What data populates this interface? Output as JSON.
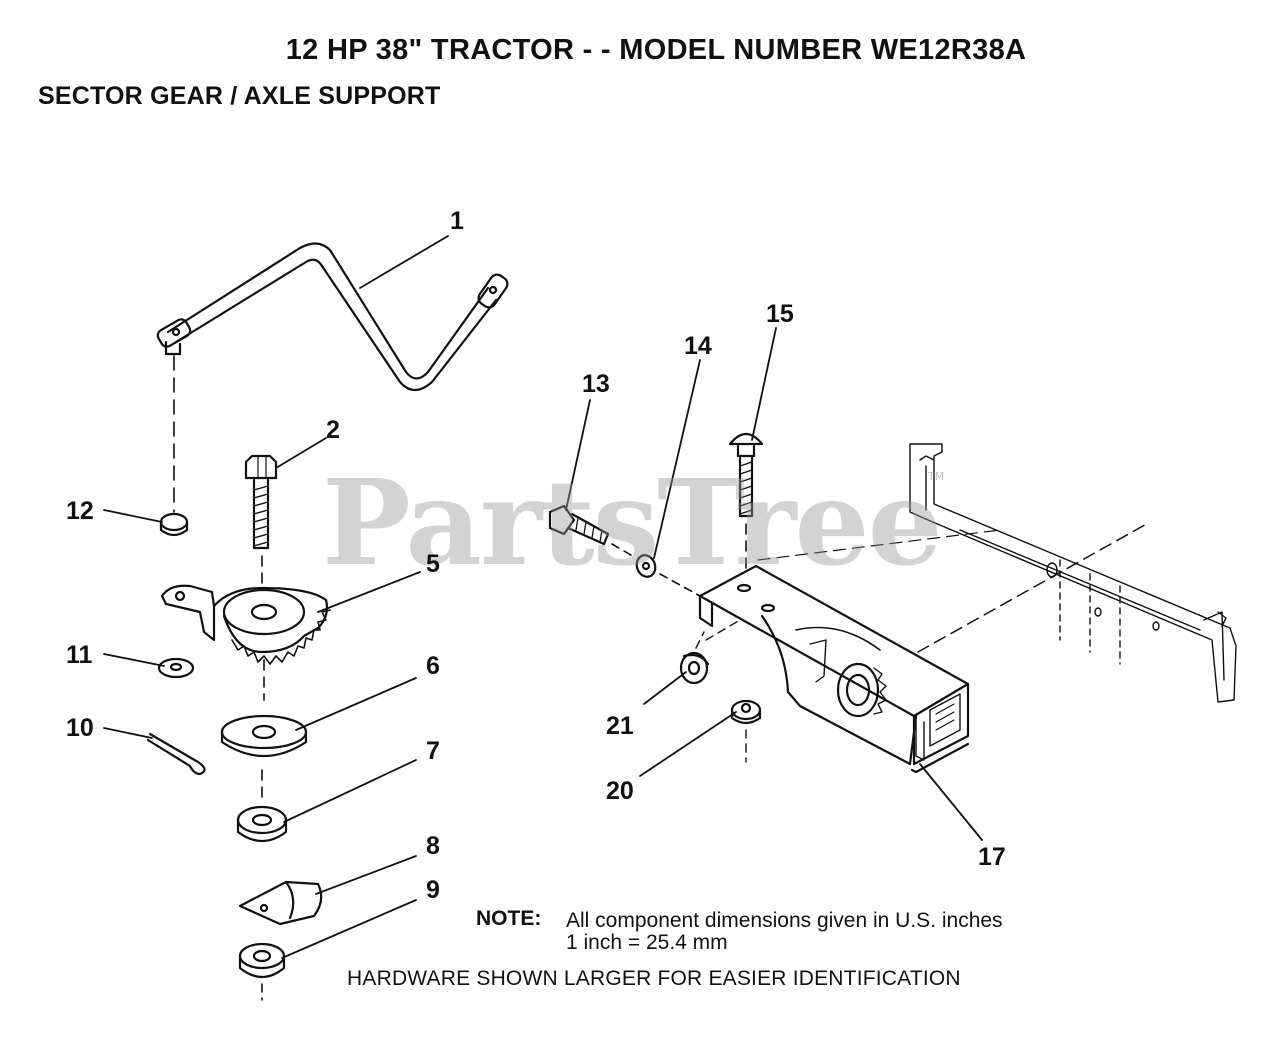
{
  "header": {
    "title": "12 HP 38\" TRACTOR - - MODEL NUMBER WE12R38A",
    "subtitle": "SECTOR GEAR / AXLE SUPPORT"
  },
  "watermark": {
    "text": "PartsTree",
    "tm": "TM"
  },
  "part_labels": {
    "p1": "1",
    "p2": "2",
    "p5": "5",
    "p6": "6",
    "p7": "7",
    "p8": "8",
    "p9": "9",
    "p10": "10",
    "p11": "11",
    "p12": "12",
    "p13": "13",
    "p14": "14",
    "p15": "15",
    "p17": "17",
    "p20": "20",
    "p21": "21"
  },
  "notes": {
    "label": "NOTE:",
    "line1": "All component dimensions given in U.S. inches",
    "line2": "1 inch = 25.4 mm",
    "hardware": "HARDWARE SHOWN LARGER FOR EASIER IDENTIFICATION"
  }
}
